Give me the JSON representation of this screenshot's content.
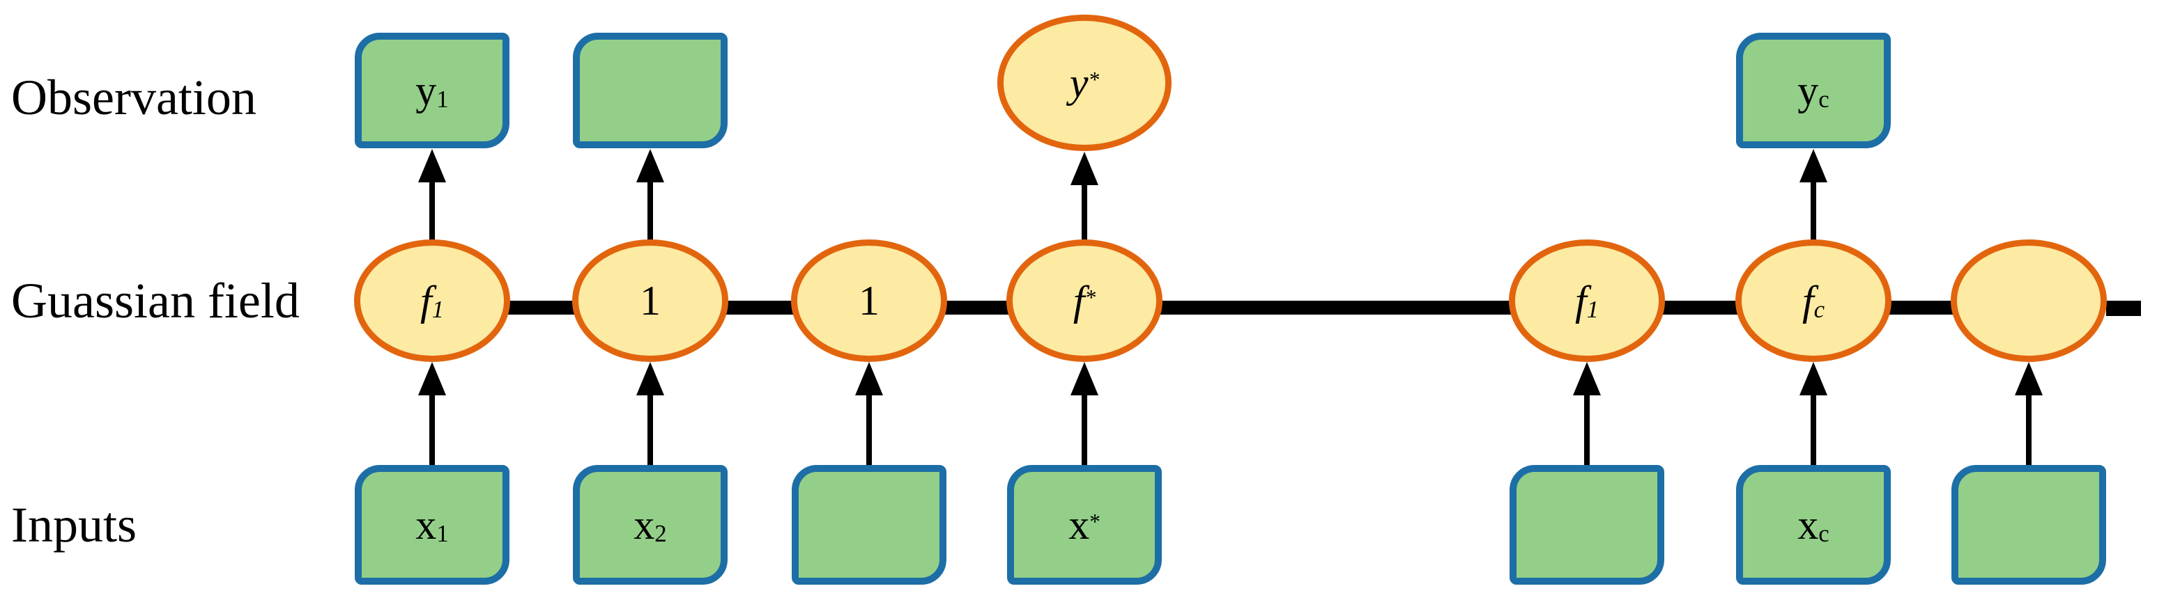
{
  "figure": {
    "row_labels": {
      "top": "Observation",
      "middle": "Guassian field",
      "bottom": "Inputs"
    },
    "colors": {
      "box_fill": "#93cf88",
      "box_border": "#1d6ea6",
      "ellipse_fill": "#fdeaa3",
      "ellipse_border": "#e2650e",
      "line": "#000000",
      "text": "#000000",
      "background": "#ffffff"
    },
    "columns": [
      {
        "observation": {
          "shape": "rounded-box",
          "base": "y",
          "sub": "1"
        },
        "field": {
          "shape": "ellipse",
          "base": "f",
          "sub": "1"
        },
        "input": {
          "shape": "rounded-box",
          "base": "x",
          "sub": "1"
        }
      },
      {
        "observation": {
          "shape": "rounded-box",
          "base": ""
        },
        "field": {
          "shape": "ellipse",
          "base": "1"
        },
        "input": {
          "shape": "rounded-box",
          "base": "x",
          "sub": "2"
        }
      },
      {
        "observation": {
          "shape": "none"
        },
        "field": {
          "shape": "ellipse",
          "base": "1"
        },
        "input": {
          "shape": "rounded-box",
          "base": ""
        }
      },
      {
        "observation": {
          "shape": "ellipse",
          "base": "y",
          "sup": "*"
        },
        "field": {
          "shape": "ellipse",
          "base": "f",
          "sup": "*"
        },
        "input": {
          "shape": "rounded-box",
          "base": "x",
          "sup": "*"
        }
      },
      {
        "observation": {
          "shape": "none"
        },
        "field": {
          "shape": "ellipse",
          "base": "f",
          "sub": "1"
        },
        "input": {
          "shape": "rounded-box",
          "base": ""
        }
      },
      {
        "observation": {
          "shape": "rounded-box",
          "base": "y",
          "sub": "c"
        },
        "field": {
          "shape": "ellipse",
          "base": "f",
          "sub": "c"
        },
        "input": {
          "shape": "rounded-box",
          "base": "x",
          "sub": "c"
        }
      },
      {
        "observation": {
          "shape": "none"
        },
        "field": {
          "shape": "ellipse",
          "base": ""
        },
        "input": {
          "shape": "rounded-box",
          "base": ""
        }
      }
    ]
  }
}
